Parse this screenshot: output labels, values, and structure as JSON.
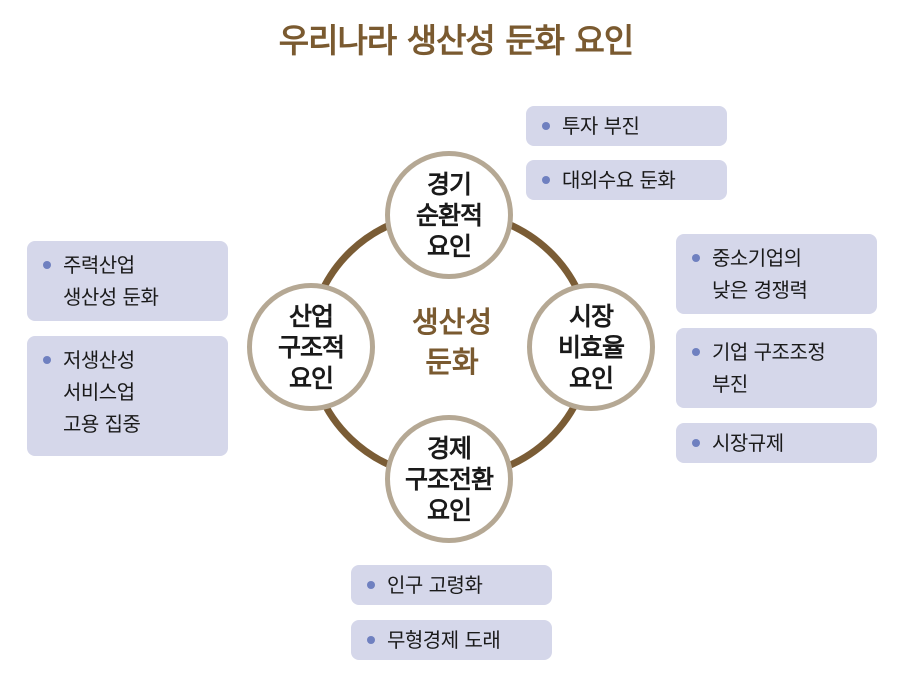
{
  "title": "우리나라 생산성 둔화 요인",
  "center": "생산성\n둔화",
  "colors": {
    "title": "#7a5a30",
    "ring": "#7a5c35",
    "circle_border": "#b5a894",
    "box": "#d5d7ea",
    "bullet": "#6f80c0"
  },
  "circles": {
    "top": "경기\n순환적\n요인",
    "left": "산업\n구조적\n요인",
    "right": "시장\n비효율\n요인",
    "bottom": "경제\n구조전환\n요인"
  },
  "boxes": {
    "top": [
      "투자 부진",
      "대외수요 둔화"
    ],
    "left": [
      "주력산업\n생산성 둔화",
      "저생산성\n서비스업\n고용 집중"
    ],
    "right": [
      "중소기업의\n낮은 경쟁력",
      "기업 구조조정\n부진",
      "시장규제"
    ],
    "bottom": [
      "인구 고령화",
      "무형경제 도래"
    ]
  }
}
